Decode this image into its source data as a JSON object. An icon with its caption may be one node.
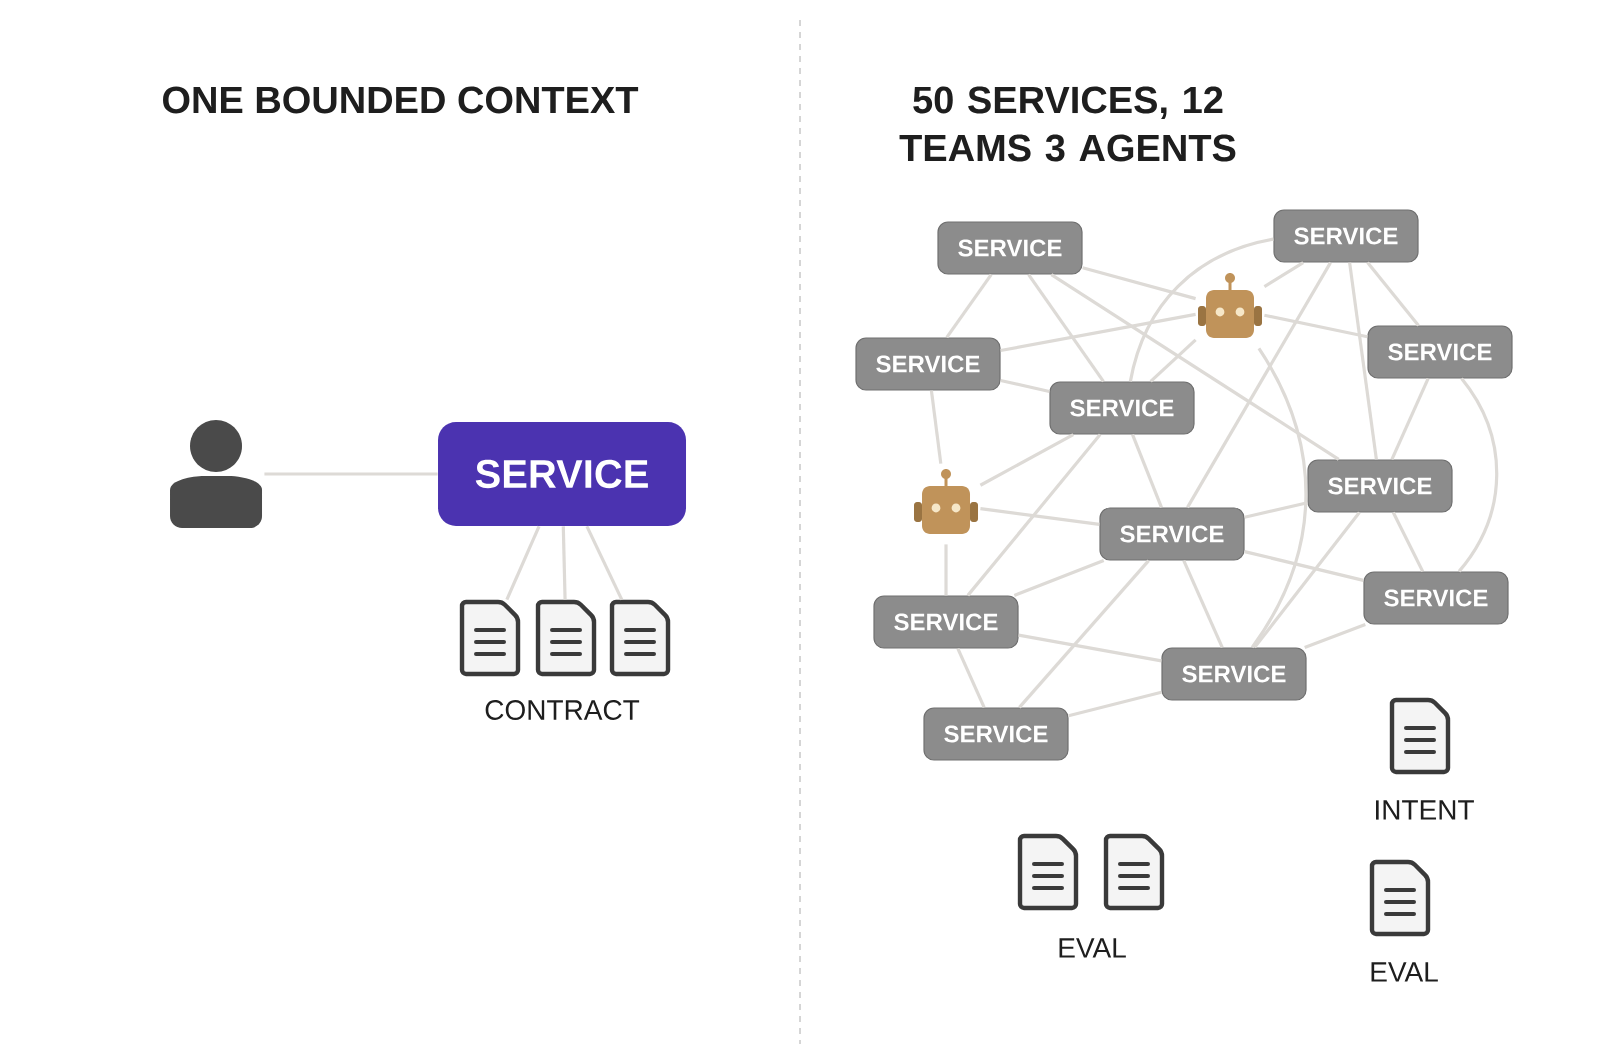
{
  "diagram": {
    "nodes": [
      {
        "text": [],
        "shape": "person"
      },
      {
        "text": [
          "SERVICE"
        ]
      },
      {
        "text": [],
        "shape": "picture"
      },
      {
        "text": [],
        "shape": "picture"
      },
      {
        "text": [],
        "shape": "picture"
      },
      {
        "text": [
          "SERVICE"
        ]
      },
      {
        "text": [
          "SERVICE"
        ]
      },
      {
        "text": [],
        "shape": "picture"
      },
      {
        "text": [
          "SERVICE"
        ]
      },
      {
        "text": [
          "SERVICE"
        ]
      },
      {
        "text": [
          "SERVICE"
        ]
      },
      {
        "text": [
          "SERVICE"
        ]
      },
      {
        "text": [],
        "shape": "picture"
      },
      {
        "text": [
          "SERVICE"
        ]
      },
      {
        "text": [
          "SERVICE"
        ]
      },
      {
        "text": [
          "SERVICE"
        ]
      },
      {
        "text": [
          "SERVICE"
        ]
      },
      {
        "text": [
          "SERVICE"
        ]
      }
    ],
    "edges": [
      {
        "from": 0,
        "to": 1,
        "arrow": "none"
      },
      {
        "from": 1,
        "to": 2,
        "arrow": "none"
      },
      {
        "from": 1,
        "to": 3,
        "arrow": "none"
      },
      {
        "from": 1,
        "to": 4,
        "arrow": "none"
      },
      {
        "from": 5,
        "to": 8,
        "arrow": "none"
      },
      {
        "from": 5,
        "to": 10,
        "arrow": "none"
      },
      {
        "from": 5,
        "to": 7,
        "arrow": "none"
      },
      {
        "from": 5,
        "to": 11,
        "arrow": "none"
      },
      {
        "from": 6,
        "to": 7,
        "arrow": "none"
      },
      {
        "from": 6,
        "to": 10,
        "arrow": "none"
      },
      {
        "from": 6,
        "to": 11,
        "arrow": "none"
      },
      {
        "from": 6,
        "to": 13,
        "arrow": "none"
      },
      {
        "from": 6,
        "to": 9,
        "arrow": "none"
      },
      {
        "from": 7,
        "to": 8,
        "arrow": "none"
      },
      {
        "from": 7,
        "to": 9,
        "arrow": "none"
      },
      {
        "from": 7,
        "to": 10,
        "arrow": "none"
      },
      {
        "from": 7,
        "to": 16,
        "arrow": "none"
      },
      {
        "from": 8,
        "to": 10,
        "arrow": "none"
      },
      {
        "from": 8,
        "to": 12,
        "arrow": "none"
      },
      {
        "from": 9,
        "to": 11,
        "arrow": "none"
      },
      {
        "from": 9,
        "to": 14,
        "arrow": "none"
      },
      {
        "from": 10,
        "to": 12,
        "arrow": "none"
      },
      {
        "from": 10,
        "to": 13,
        "arrow": "none"
      },
      {
        "from": 10,
        "to": 15,
        "arrow": "none"
      },
      {
        "from": 11,
        "to": 13,
        "arrow": "none"
      },
      {
        "from": 11,
        "to": 16,
        "arrow": "none"
      },
      {
        "from": 11,
        "to": 14,
        "arrow": "none"
      },
      {
        "from": 12,
        "to": 13,
        "arrow": "none"
      },
      {
        "from": 12,
        "to": 15,
        "arrow": "none"
      },
      {
        "from": 13,
        "to": 14,
        "arrow": "none"
      },
      {
        "from": 13,
        "to": 15,
        "arrow": "none"
      },
      {
        "from": 13,
        "to": 16,
        "arrow": "none"
      },
      {
        "from": 13,
        "to": 17,
        "arrow": "none"
      },
      {
        "from": 14,
        "to": 16,
        "arrow": "none"
      },
      {
        "from": 15,
        "to": 17,
        "arrow": "none"
      },
      {
        "from": 15,
        "to": 16,
        "arrow": "none"
      },
      {
        "from": 16,
        "to": 17,
        "arrow": "none"
      }
    ],
    "labels": [
      "ONE BOUNDED CONTEXT",
      "50 SERVICES, 12 TEAMS 3 AGENTS",
      "CONTRACT",
      "INTENT",
      "EVAL",
      "EVAL"
    ]
  }
}
